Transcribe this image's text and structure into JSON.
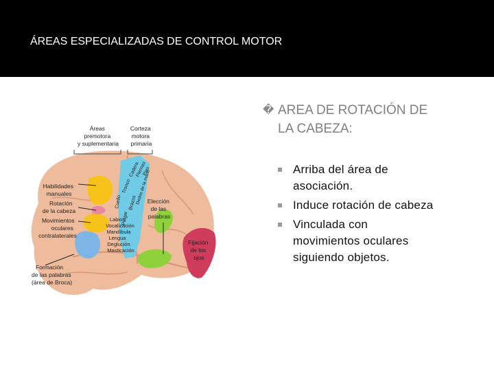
{
  "slide": {
    "title": "ÁREAS ESPECIALIZADAS DE CONTROL MOTOR"
  },
  "content": {
    "main_bullet_glyph": "�",
    "main_bullet_lines": [
      "AREA DE ROTACIÓN DE",
      "LA CABEZA:"
    ],
    "sub_bullets": [
      [
        "Arriba del área de",
        "asociación."
      ],
      [
        "Induce rotación de cabeza"
      ],
      [
        "Vinculada con",
        "movimientos oculares",
        "siguiendo objetos."
      ]
    ]
  },
  "figure": {
    "labels": {
      "premotora": [
        "Áreas",
        "premotora",
        "y suplementaria"
      ],
      "corteza": [
        "Corteza",
        "motora",
        "primaria"
      ],
      "habilidades": [
        "Habilidades",
        "manuales"
      ],
      "rotacion": [
        "Rotación",
        "de la cabeza"
      ],
      "movimientos": [
        "Movimientos",
        "oculares",
        "contralaterales"
      ],
      "formacion": [
        "Formación",
        "de las palabras",
        "(área de Broca)"
      ],
      "eleccion": [
        "Elección",
        "de las",
        "palabras"
      ],
      "fijacion": [
        "Fijación",
        "de los",
        "ojos"
      ],
      "motor_list": [
        "Labios",
        "Vocalización",
        "Mandíbula",
        "Lengua",
        "Deglución",
        "Masticación"
      ],
      "strip": [
        "Cuello",
        "Tronco",
        "Cadera",
        "Piernas",
        "Pulgar",
        "Brazos",
        "Dedos de la mano",
        "Pies"
      ]
    },
    "colors": {
      "brain": "#eebc9c",
      "brain_dark": "#d99a7c",
      "yellow": "#f7c21a",
      "blue": "#7db6e6",
      "cyan": "#6fcbe6",
      "green": "#8fd13a",
      "red": "#cf3c5c",
      "pink": "#e78aa0"
    }
  }
}
